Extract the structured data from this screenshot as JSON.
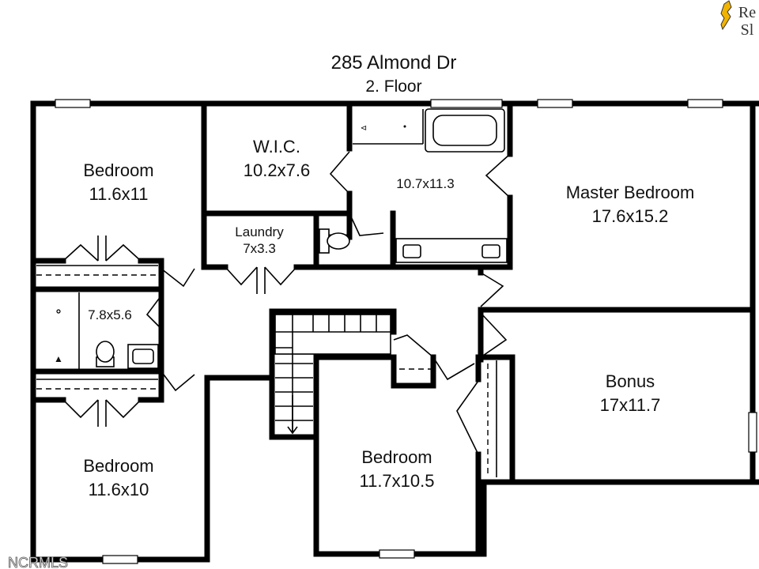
{
  "header": {
    "address": "285 Almond Dr",
    "floor": "2. Floor"
  },
  "logo": {
    "text_line1": "Re",
    "text_line2": "Sl"
  },
  "watermark": "NCRMLS",
  "rooms": {
    "bedroom_nw": {
      "name": "Bedroom",
      "size": "11.6x11"
    },
    "wic": {
      "name": "W.I.C.",
      "size": "10.2x7.6"
    },
    "master_bath": {
      "size": "10.7x11.3"
    },
    "master_bedroom": {
      "name": "Master Bedroom",
      "size": "17.6x15.2"
    },
    "laundry": {
      "name": "Laundry",
      "size": "7x3.3"
    },
    "hall_bath": {
      "size": "7.8x5.6"
    },
    "bonus": {
      "name": "Bonus",
      "size": "17x11.7"
    },
    "bedroom_sw": {
      "name": "Bedroom",
      "size": "11.6x10"
    },
    "bedroom_s": {
      "name": "Bedroom",
      "size": "11.7x10.5"
    }
  }
}
